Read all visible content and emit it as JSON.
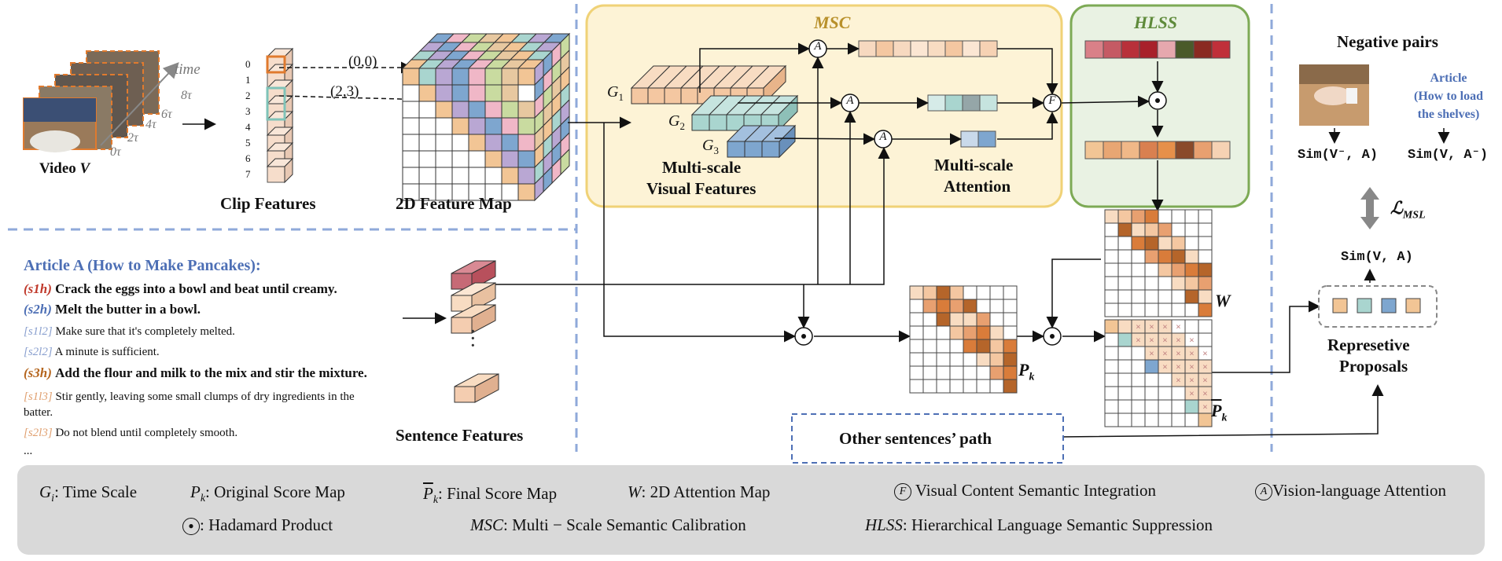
{
  "video": {
    "label_prefix": "Video",
    "label_var": "V",
    "time_axis": "time",
    "ticks": [
      "0τ",
      "2τ",
      "4τ",
      "6τ",
      "8τ"
    ]
  },
  "clip": {
    "label": "Clip Features",
    "indices": [
      "0",
      "1",
      "2",
      "3",
      "4",
      "5",
      "6",
      "7"
    ],
    "coords": [
      "(0,0)",
      "(2,3)"
    ]
  },
  "feature_map": {
    "label": "2D Feature Map"
  },
  "msc": {
    "title": "MSC",
    "scales": [
      "G",
      "G",
      "G"
    ],
    "scale_subs": [
      "1",
      "2",
      "3"
    ],
    "visual_label_1": "Multi-scale",
    "visual_label_2": "Visual Features",
    "attention_label_1": "Multi-scale",
    "attention_label_2": "Attention"
  },
  "hlss": {
    "title": "HLSS"
  },
  "article": {
    "heading": "Article  A (How to Make Pancakes):",
    "lines": [
      {
        "tag": "(s1h)",
        "text": "Crack the eggs into a bowl and beat until creamy.",
        "color": "#c0392b",
        "bold": true
      },
      {
        "tag": "(s2h)",
        "text": "Melt the butter in a bowl.",
        "color": "#4d6fb5",
        "bold": true
      },
      {
        "tag": "[s1l2]",
        "text": "Make sure that it's completely melted.",
        "color": "#8aa0cf",
        "bold": false
      },
      {
        "tag": "[s2l2]",
        "text": "A minute is sufficient.",
        "color": "#8aa0cf",
        "bold": false
      },
      {
        "tag": "(s3h)",
        "text": "Add the flour and milk to the mix and stir the mixture.",
        "color": "#b5651d",
        "bold": true
      },
      {
        "tag": "[s1l3]",
        "text": "Stir gently, leaving some small clumps of dry ingredients in the",
        "color": "#e0a070",
        "bold": false
      },
      {
        "tag": "",
        "text": "batter.",
        "color": "#111",
        "bold": false
      },
      {
        "tag": "[s2l3]",
        "text": "Do not blend until completely smooth.",
        "color": "#e0a070",
        "bold": false
      },
      {
        "tag": "",
        "text": "...",
        "color": "#111",
        "bold": false
      }
    ]
  },
  "sentence": {
    "label": "Sentence Features"
  },
  "maps": {
    "pk": "P",
    "pk_sub": "k",
    "w": "W",
    "pk_hat": "P",
    "pk_hat_sub": "k"
  },
  "other_path": {
    "label": "Other sentences’ path"
  },
  "negative": {
    "title": "Negative pairs",
    "article_label_1": "Article",
    "article_label_2": "(How to load",
    "article_label_3": "the shelves)",
    "sim1": "Sim(V⁻, A)",
    "sim2": "Sim(V, A⁻)"
  },
  "loss": {
    "label": "ℒ",
    "sub": "MSL"
  },
  "sim_main": "Sim(V, A)",
  "proposals": {
    "label_1": "Represetive",
    "label_2": "Proposals"
  },
  "ops": {
    "attention": "A",
    "fusion": "F"
  },
  "legend": {
    "gi_sym": "G",
    "gi_sub": "i",
    "gi_text": ":  Time Scale",
    "pk_sym": "P",
    "pk_sub": "k",
    "pk_text": ":  Original Score Map",
    "pkh_sym": "P",
    "pkh_sub": "k",
    "pkh_text": ":  Final Score Map",
    "w_sym": "W",
    "w_text": ":  2D Attention Map",
    "f_text": "Visual Content Semantic Integration",
    "a_text": "Vision-language Attention",
    "had_text": ": Hadamard Product",
    "msc_sym": "MSC",
    "msc_text": ": Multi − Scale Semantic Calibration",
    "hlss_sym": "HLSS",
    "hlss_text": ":  Hierarchical Language Semantic Suppression"
  },
  "colors": {
    "orange": "#f4c7a1",
    "teal": "#a9d5cf",
    "blue": "#7ea6cf",
    "red": "#b8303a",
    "msc_bg": "#fdf3d6",
    "msc_border": "#f0d277",
    "hlss_bg": "#e9f2e3",
    "hlss_border": "#7daa55",
    "dash": "#8fa9da",
    "legend_bg": "#d9d9d9"
  }
}
